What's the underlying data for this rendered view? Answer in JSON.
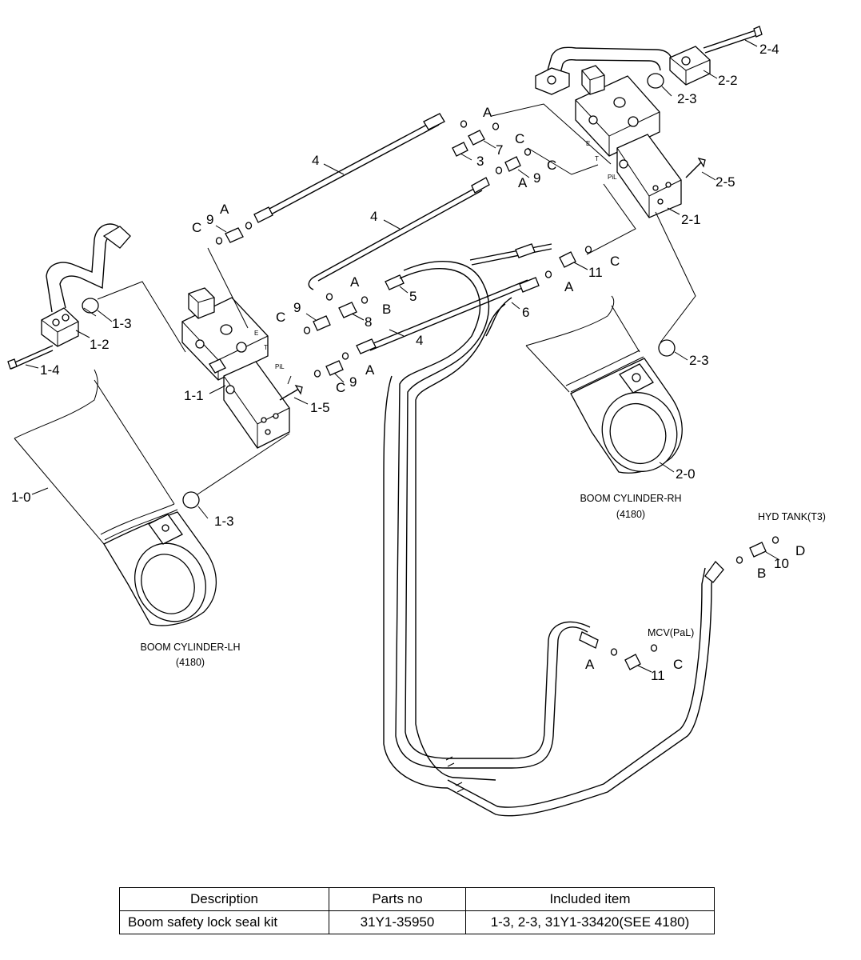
{
  "callouts": {
    "p1_0": "1-0",
    "p1_1": "1-1",
    "p1_2": "1-2",
    "p1_3a": "1-3",
    "p1_3b": "1-3",
    "p1_4": "1-4",
    "p1_5": "1-5",
    "p2_0": "2-0",
    "p2_1": "2-1",
    "p2_2": "2-2",
    "p2_3a": "2-3",
    "p2_3b": "2-3",
    "p2_4": "2-4",
    "p2_5": "2-5",
    "p3": "3",
    "p4a": "4",
    "p4b": "4",
    "p4c": "4",
    "p5": "5",
    "p6": "6",
    "p7": "7",
    "p8": "8",
    "p9a": "9",
    "p9b": "9",
    "p9c": "9",
    "p9d": "9",
    "p10": "10",
    "p11a": "11",
    "p11b": "11",
    "A1": "A",
    "A2": "A",
    "A3": "A",
    "A4": "A",
    "A5": "A",
    "A6": "A",
    "A7": "A",
    "B1": "B",
    "B2": "B",
    "C1": "C",
    "C2": "C",
    "C3": "C",
    "C4": "C",
    "C5": "C",
    "C6": "C",
    "C7": "C",
    "D1": "D"
  },
  "port_marks": {
    "e1": "E",
    "t1": "T",
    "pl1": "PiL",
    "e2": "E",
    "t2": "T",
    "pl2": "PiL"
  },
  "captions": {
    "boom_lh": "BOOM CYLINDER-LH",
    "boom_lh_ref": "(4180)",
    "boom_rh": "BOOM CYLINDER-RH",
    "boom_rh_ref": "(4180)",
    "hyd_tank": "HYD TANK(T3)",
    "mcv": "MCV(PaL)"
  },
  "table": {
    "headers": [
      "Description",
      "Parts no",
      "Included item"
    ],
    "rows": [
      [
        "Boom safety lock seal kit",
        "31Y1-35950",
        "1-3, 2-3, 31Y1-33420(SEE 4180)"
      ]
    ]
  }
}
